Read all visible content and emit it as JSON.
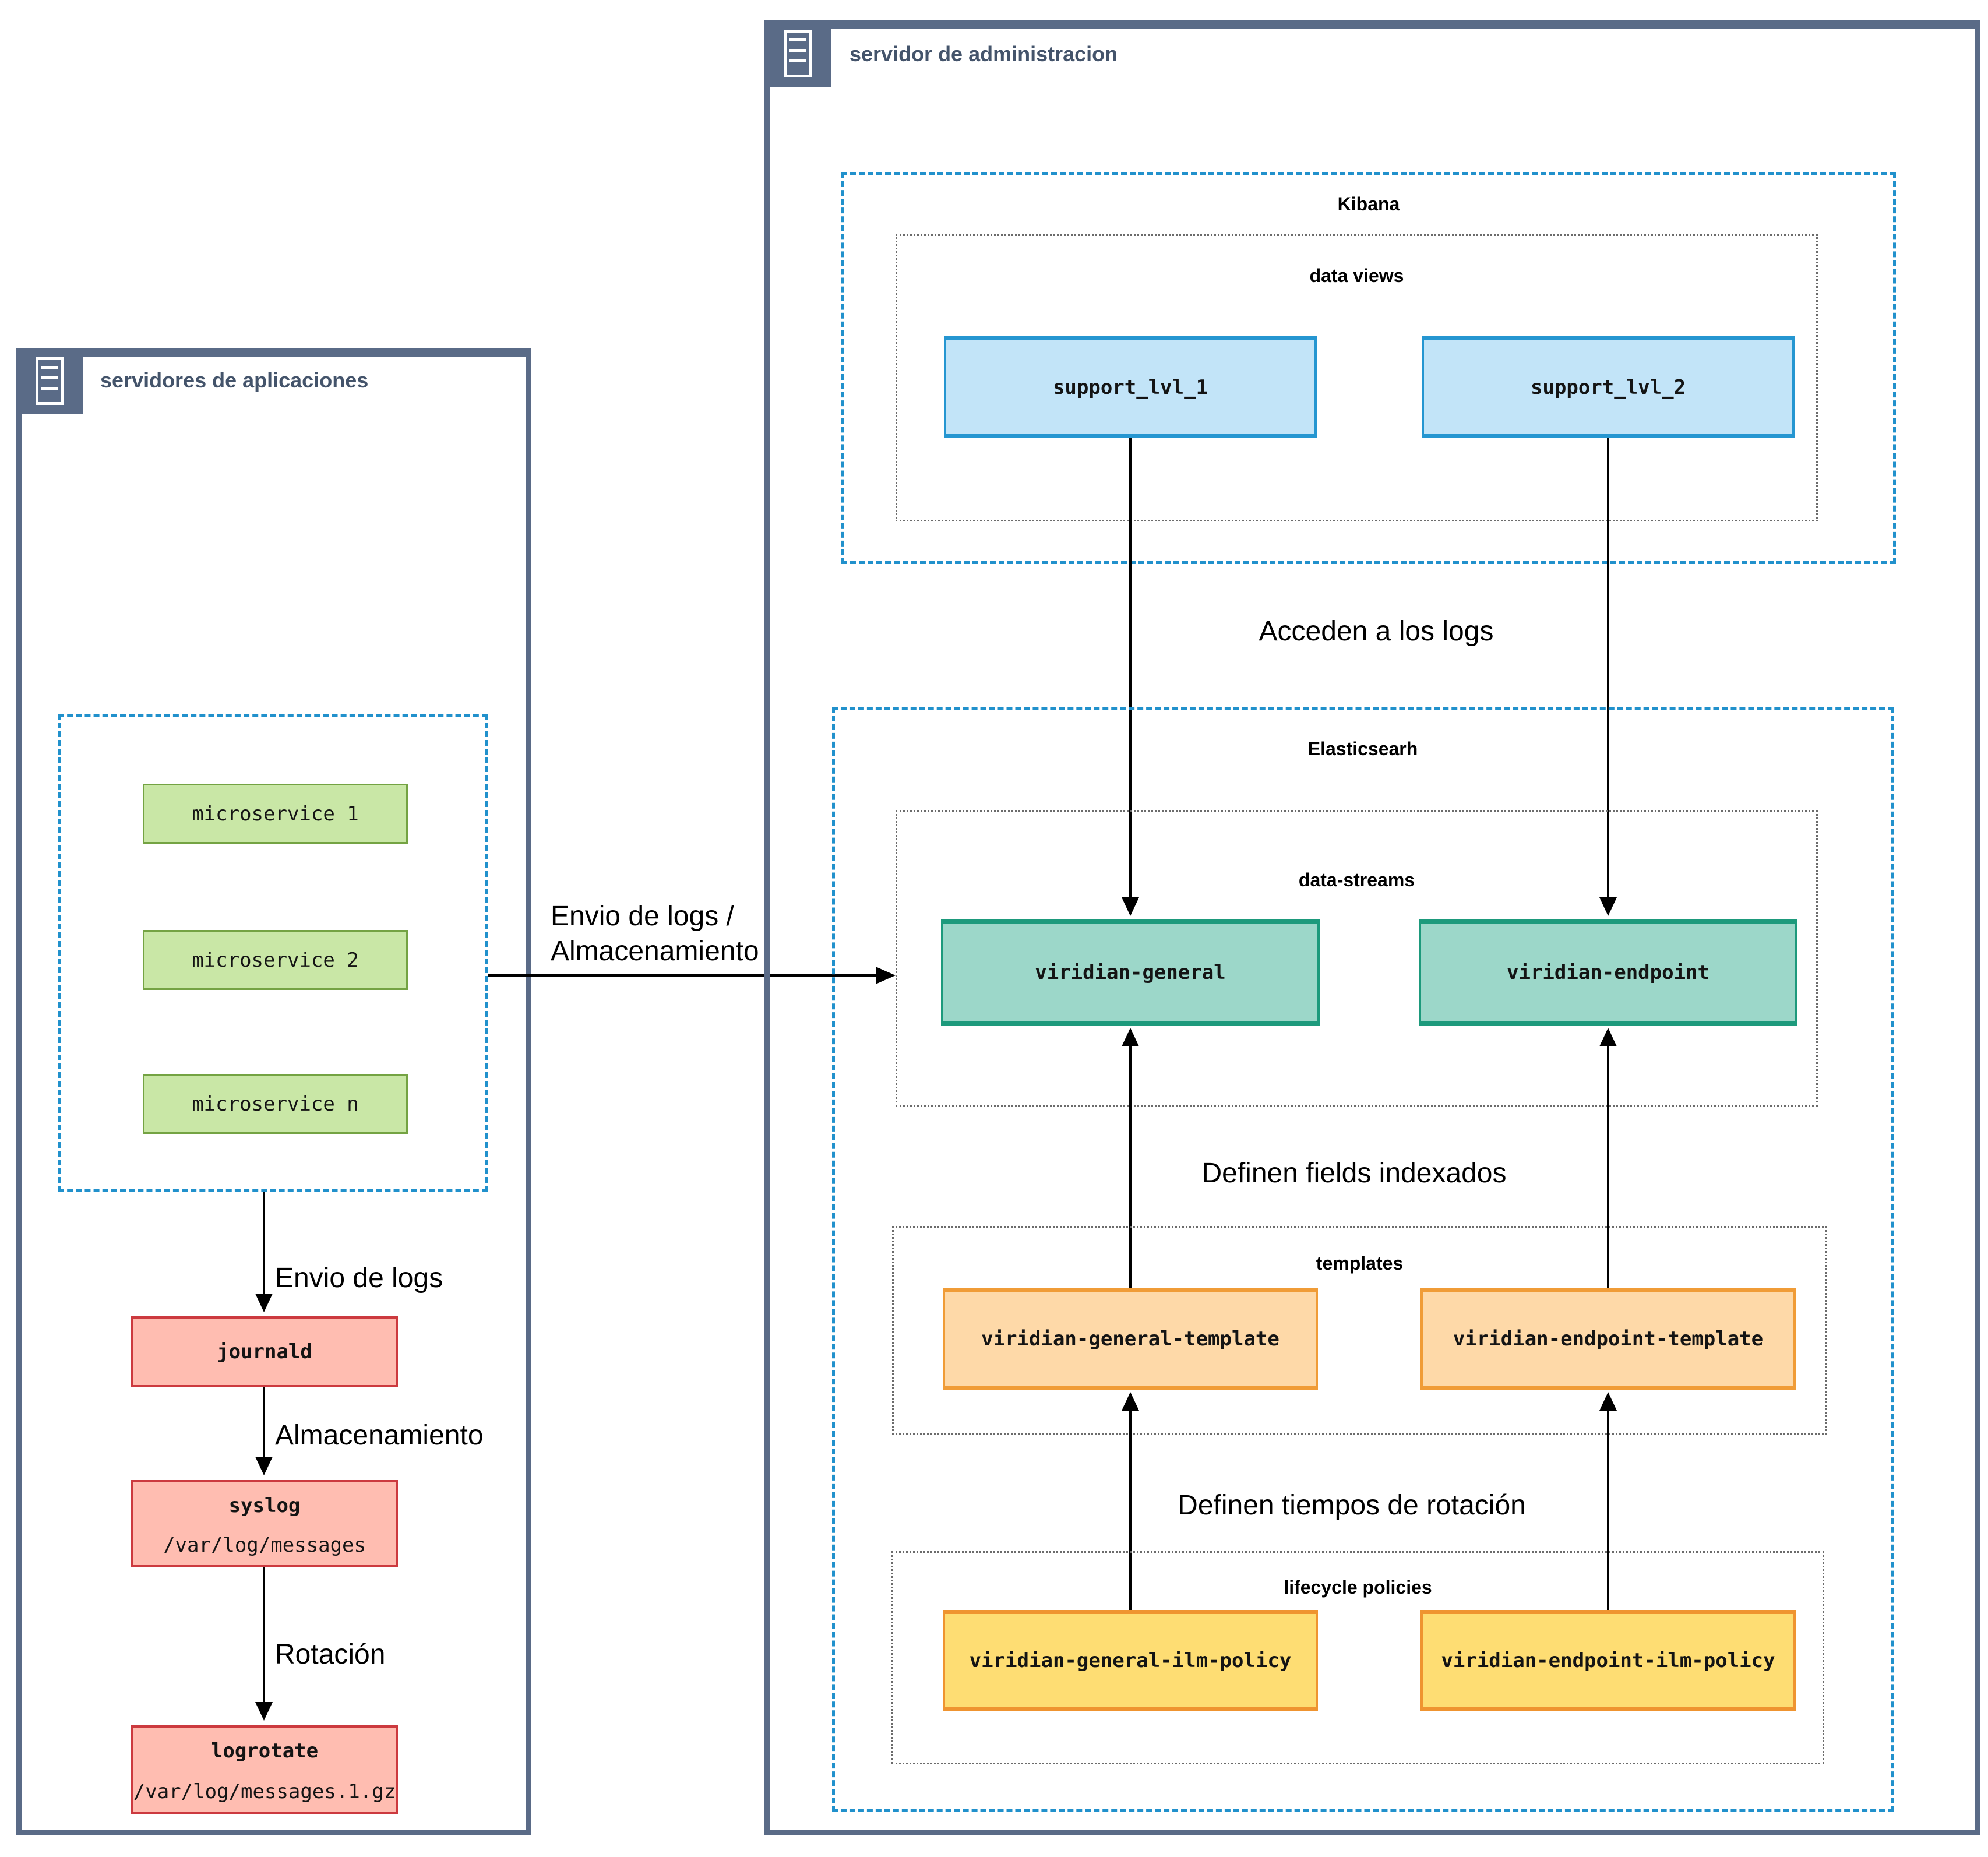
{
  "palette": {
    "frame_slate": "#5a6b87",
    "panel_title_text": "#44546b",
    "dashed_border_blue": "#2191cc",
    "dotted_border_gray": "#6b6b6b",
    "microservice_fill": "#c9e7a6",
    "microservice_stroke": "#74a343",
    "log_node_fill": "#ffbdb1",
    "log_node_stroke": "#cc3a3f",
    "data_view_fill": "#c2e4f8",
    "data_view_stroke": "#2596d1",
    "data_stream_fill": "#9cd7c9",
    "data_stream_stroke": "#1d9a7c",
    "template_fill": "#fed9a8",
    "template_stroke": "#f09c37",
    "policy_fill": "#fedd73",
    "policy_stroke": "#ef9430",
    "arrow_color": "#000000"
  },
  "left_panel": {
    "title": "servidores de aplicaciones",
    "microservices": [
      "microservice 1",
      "microservice 2",
      "microservice n"
    ],
    "flow_labels": {
      "send": "Envio de logs",
      "store": "Almacenamiento",
      "rotate": "Rotación"
    },
    "journald": "journald",
    "syslog": {
      "name": "syslog",
      "path": "/var/log/messages"
    },
    "logrotate": {
      "name": "logrotate",
      "path": "/var/log/messages.1.gz"
    }
  },
  "link_label": {
    "line1": "Envio de logs /",
    "line2": "Almacenamiento"
  },
  "right_panel": {
    "title": "servidor de administracion",
    "kibana": {
      "title": "Kibana",
      "data_views": {
        "title": "data views",
        "items": [
          "support_lvl_1",
          "support_lvl_2"
        ]
      }
    },
    "access_label": "Acceden a los logs",
    "elasticsearch": {
      "title": "Elasticsearh",
      "data_streams": {
        "title": "data-streams",
        "items": [
          "viridian-general",
          "viridian-endpoint"
        ]
      },
      "fields_label": "Definen fields indexados",
      "templates": {
        "title": "templates",
        "items": [
          "viridian-general-template",
          "viridian-endpoint-template"
        ]
      },
      "rotation_label": "Definen tiempos de rotación",
      "lifecycle_policies": {
        "title": "lifecycle policies",
        "items": [
          "viridian-general-ilm-policy",
          "viridian-endpoint-ilm-policy"
        ]
      }
    }
  }
}
